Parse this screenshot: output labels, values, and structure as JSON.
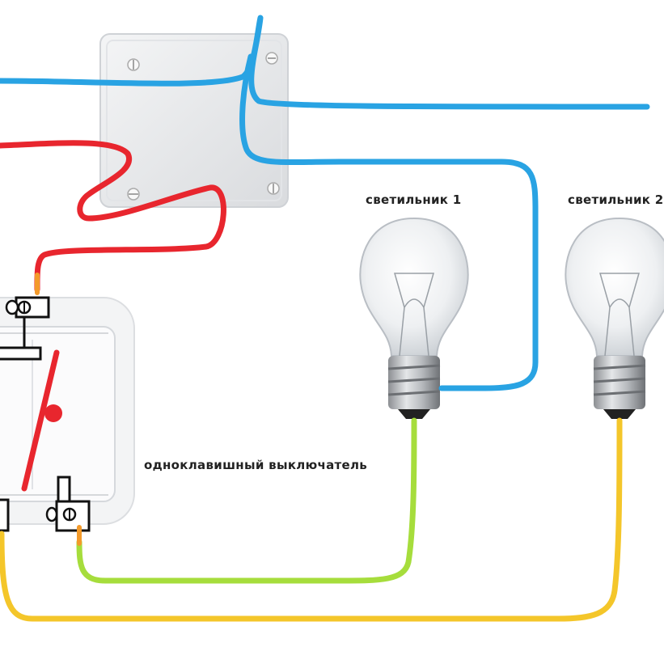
{
  "labels": {
    "lamp1": "светильник 1",
    "lamp2": "светильник 2",
    "switch": "одноклавишный выключатель"
  },
  "colors": {
    "phase": "#e8262e",
    "neutral": "#29a3e3",
    "lamp1_return": "#a6dd3c",
    "lamp2_return": "#f4c62a",
    "box": "#e9eaec",
    "switch_body": "#f1f2f3"
  }
}
